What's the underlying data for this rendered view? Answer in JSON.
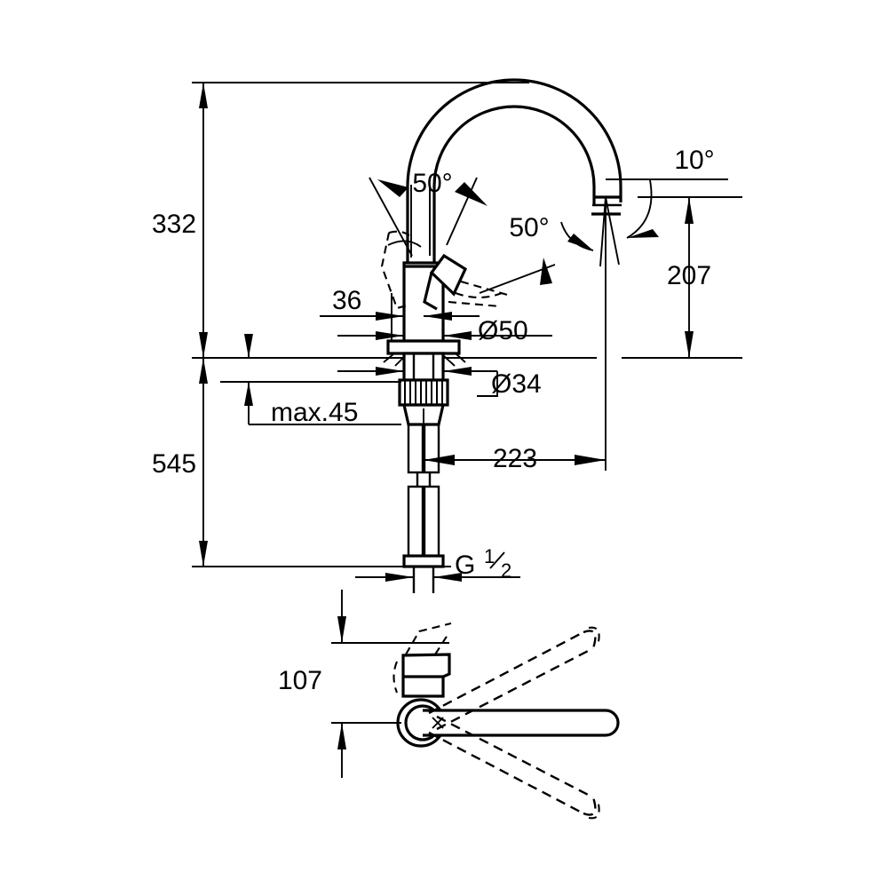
{
  "drawing": {
    "title": "Single-lever kitchen sink mixer dimensional drawing",
    "units": "mm",
    "line_color": "#000000",
    "background_color": "#ffffff"
  },
  "dimensions": {
    "total_height": "332",
    "lower_length": "545",
    "spout_height": "207",
    "spout_reach": "223",
    "body_diameter": "Ø50",
    "shank_diameter": "Ø34",
    "base_offset": "36",
    "max_deck_thickness": "max.45",
    "lever_length": "107",
    "thread_label_prefix": "G",
    "thread_numerator": "1",
    "thread_denominator": "2"
  },
  "angles": {
    "lever_left": "50°",
    "lever_right": "50°",
    "spout_swivel": "10°"
  },
  "labels": {
    "d332": "332",
    "d545": "545",
    "d207": "207",
    "d223": "223",
    "d50": "Ø50",
    "d34": "Ø34",
    "d36": "36",
    "dmax45": "max.45",
    "d107": "107",
    "a50_left": "50°",
    "a50_right": "50°",
    "a10": "10°",
    "gthread": "G",
    "gnum": "1",
    "gden": "2"
  },
  "views": {
    "elevation": "front-elevation-view",
    "plan": "lever-plan-view"
  }
}
